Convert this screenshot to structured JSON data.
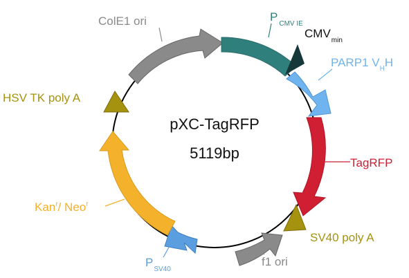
{
  "plasmid": {
    "name": "pXC-TagRFP",
    "size": "5119bp"
  },
  "features": [
    {
      "id": "cole1",
      "label": "ColE1 ori",
      "color": "#8a8a8a",
      "type": "arrow"
    },
    {
      "id": "pcmv",
      "label_main": "P",
      "label_sub": "CMV IE",
      "color": "#2f7f7c",
      "type": "block"
    },
    {
      "id": "cmvmin",
      "label_main": "CMV",
      "label_sub": "min",
      "color": "#17383a",
      "type": "arrowhead"
    },
    {
      "id": "parp1",
      "label_main": "PARP1 V",
      "label_sub": "H",
      "label_end": "H",
      "color": "#6fb4ee",
      "type": "arrow"
    },
    {
      "id": "tagrfp",
      "label": "TagRFP",
      "color": "#d01e32",
      "type": "arrow"
    },
    {
      "id": "sv40polya",
      "label": "SV40 poly A",
      "color": "#a59310",
      "type": "triangle"
    },
    {
      "id": "f1ori",
      "label": "f1 ori",
      "color": "#8a8a8a",
      "type": "arrow"
    },
    {
      "id": "psv40",
      "label_main": "P",
      "label_sub": "SV40",
      "color": "#5b9ee0",
      "type": "arrow"
    },
    {
      "id": "kan",
      "label_a": "Kan",
      "label_a_sup": "r",
      "label_sep": "/ Neo",
      "label_b_sup": "r",
      "color": "#f4b12b",
      "type": "arrow"
    },
    {
      "id": "hsvtk",
      "label": "HSV TK poly A",
      "color": "#a59310",
      "type": "triangle"
    }
  ]
}
